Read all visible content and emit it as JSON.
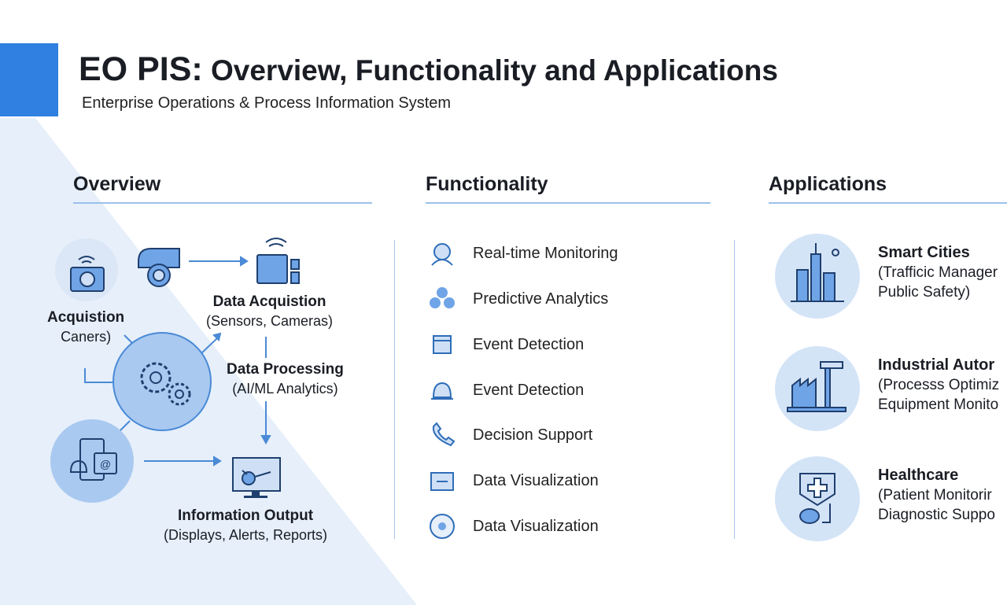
{
  "header": {
    "title_bold": "EO PIS:",
    "title_rest": " Overview, Functionality and Applications",
    "subtitle": "Enterprise Operations & Process Information System"
  },
  "colors": {
    "accent": "#2f80e0",
    "light": "#d4e4f7",
    "icon_fill": "#6fa4e6",
    "icon_stroke": "#1f3f6e"
  },
  "overview": {
    "heading": "Overview",
    "acq_left_title": "Acquistion",
    "acq_left_sub": "Caners)",
    "data_acq_title": "Data Acquistion",
    "data_acq_sub": "(Sensors, Cameras)",
    "processing_title": "Data Processing",
    "processing_sub": "(AI/ML Analytics)",
    "output_title": "Information Output",
    "output_sub": "(Displays, Alerts, Reports)"
  },
  "functionality": {
    "heading": "Functionality",
    "items": [
      {
        "label": "Real-time Monitoring",
        "icon": "monitoring-icon"
      },
      {
        "label": "Predictive Analytics",
        "icon": "analytics-icon"
      },
      {
        "label": "Event Detection",
        "icon": "calendar-icon"
      },
      {
        "label": "Event Detection",
        "icon": "alert-icon"
      },
      {
        "label": "Decision Support",
        "icon": "phone-icon"
      },
      {
        "label": "Data Visualization",
        "icon": "screen-icon"
      },
      {
        "label": "Data Visualization",
        "icon": "network-icon"
      }
    ]
  },
  "applications": {
    "heading": "Applications",
    "items": [
      {
        "title": "Smart Cities",
        "line1": "(Trafficic Manager",
        "line2": "Public Safety)",
        "icon": "city-icon"
      },
      {
        "title": "Industrial Autor",
        "line1": "(Processs Optimiz",
        "line2": "Equipment Monito",
        "icon": "factory-icon"
      },
      {
        "title": "Healthcare",
        "line1": "(Patient Monitorir",
        "line2": "Diagnostic Suppo",
        "icon": "medical-icon"
      }
    ]
  }
}
